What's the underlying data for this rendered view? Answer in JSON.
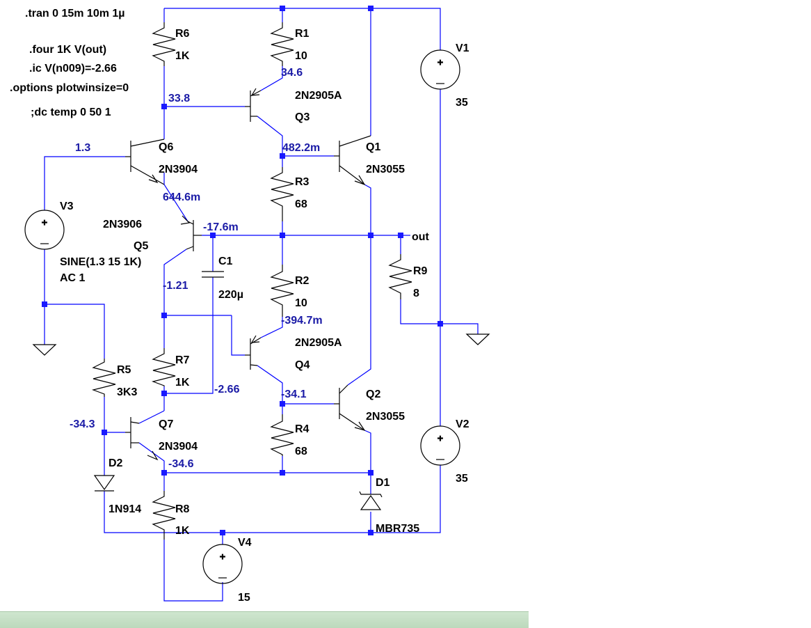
{
  "directives": [
    ".tran 0 15m 10m 1µ",
    ".four 1K V(out)",
    ".ic V(n009)=-2.66",
    ".options plotwinsize=0",
    ";dc temp 0 50 1"
  ],
  "components": {
    "R6": {
      "name": "R6",
      "value": "1K"
    },
    "R1": {
      "name": "R1",
      "value": "10"
    },
    "R3": {
      "name": "R3",
      "value": "68"
    },
    "R2": {
      "name": "R2",
      "value": "10"
    },
    "R4": {
      "name": "R4",
      "value": "68"
    },
    "R5": {
      "name": "R5",
      "value": "3K3"
    },
    "R7": {
      "name": "R7",
      "value": "1K"
    },
    "R8": {
      "name": "R8",
      "value": "1K"
    },
    "R9": {
      "name": "R9",
      "value": "8"
    },
    "C1": {
      "name": "C1",
      "value": "220µ"
    },
    "Q1": {
      "name": "Q1",
      "model": "2N3055"
    },
    "Q2": {
      "name": "Q2",
      "model": "2N3055"
    },
    "Q3": {
      "name": "Q3",
      "model": "2N2905A"
    },
    "Q4": {
      "name": "Q4",
      "model": "2N2905A"
    },
    "Q5": {
      "name": "Q5",
      "model": "2N3906"
    },
    "Q6": {
      "name": "Q6",
      "model": "2N3904"
    },
    "Q7": {
      "name": "Q7",
      "model": "2N3904"
    },
    "D1": {
      "name": "D1",
      "model": "MBR735"
    },
    "D2": {
      "name": "D2",
      "model": "1N914"
    },
    "V1": {
      "name": "V1",
      "value": "35"
    },
    "V2": {
      "name": "V2",
      "value": "35"
    },
    "V3": {
      "name": "V3",
      "value": "SINE(1.3 15 1K)",
      "ac": "AC 1"
    },
    "V4": {
      "name": "V4",
      "value": "15"
    }
  },
  "net_label_out": "out",
  "node_voltages": {
    "q3_emitter": "34.6",
    "q3_base": "33.8",
    "q1_base": "482.2m",
    "q6_base": "1.3",
    "q6_emitter": "644.6m",
    "out_node": "-17.6m",
    "q5_collector": "-1.21",
    "q4_emitter": "-394.7m",
    "c1_bottom": "-2.66",
    "q2_base": "-34.1",
    "q7_base": "-34.3",
    "q7_emitter": "-34.6"
  },
  "colors": {
    "wire": "#0000ff",
    "node_value": "#1a1aa6",
    "component": "#000000",
    "status_bar": "#c2dcc2"
  }
}
